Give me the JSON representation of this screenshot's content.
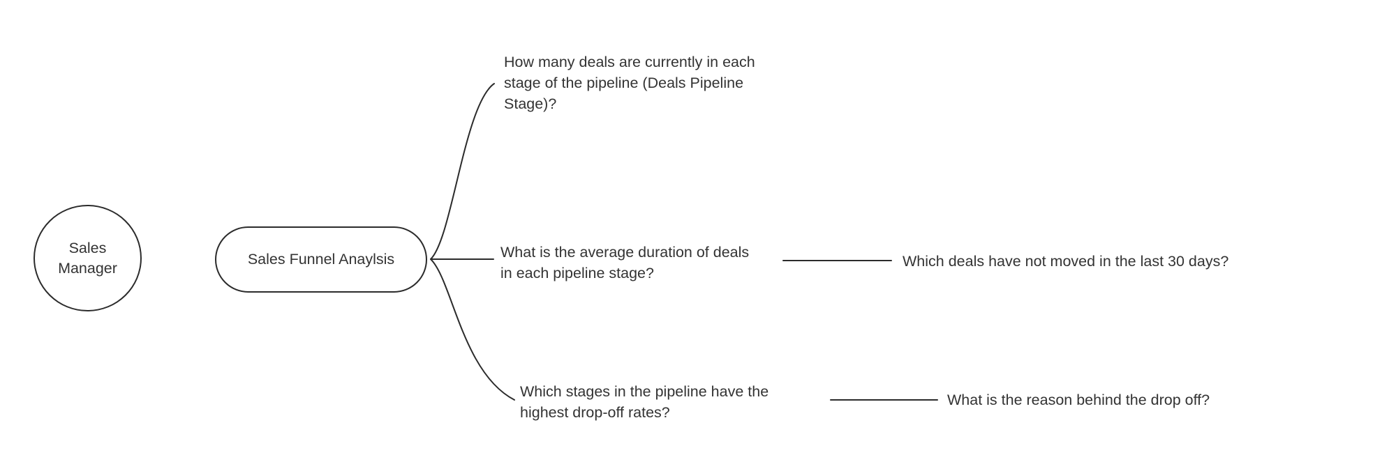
{
  "diagram": {
    "root": {
      "lines": [
        "Sales",
        "Manager"
      ]
    },
    "topic": {
      "label": "Sales Funnel Anaylsis"
    },
    "branches": [
      {
        "lines": [
          "How many deals are currently in each",
          "stage of the pipeline (Deals Pipeline",
          "Stage)?"
        ]
      },
      {
        "lines": [
          "What is the average duration of deals",
          "in each pipeline stage?"
        ],
        "child": {
          "label": "Which deals have not moved in the last 30 days?"
        }
      },
      {
        "lines": [
          "Which stages in the pipeline have the",
          "highest drop-off rates?"
        ],
        "child": {
          "label": "What is the reason behind the drop off?"
        }
      }
    ],
    "colors": {
      "stroke": "#2b2b2b",
      "text": "#333333",
      "background": "#ffffff"
    }
  }
}
